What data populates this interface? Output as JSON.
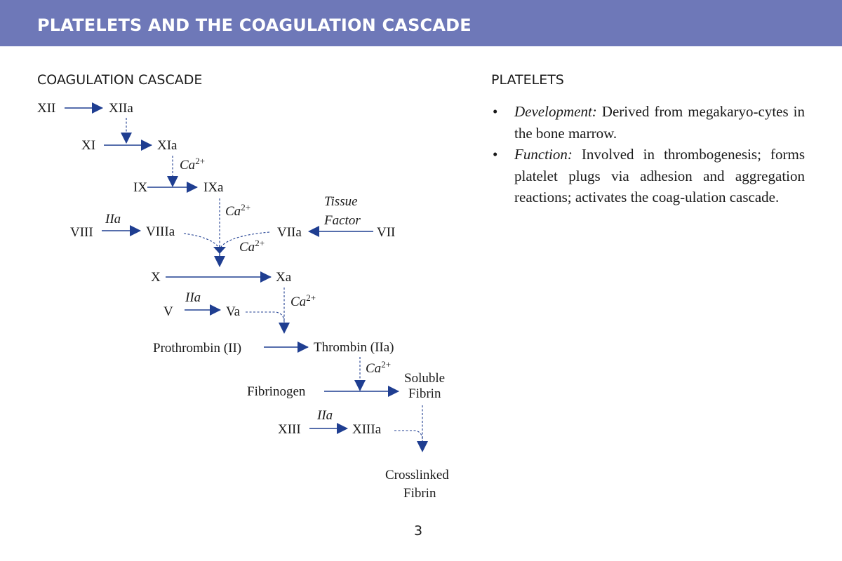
{
  "header": {
    "title": "PLATELETS AND THE COAGULATION CASCADE"
  },
  "cascade": {
    "title": "COAGULATION CASCADE",
    "factors": {
      "xii": "XII",
      "xiia": "XIIa",
      "xi": "XI",
      "xia": "XIa",
      "ix": "IX",
      "ixa": "IXa",
      "viii": "VIII",
      "viiia": "VIIIa",
      "viia": "VIIa",
      "vii": "VII",
      "x": "X",
      "xa": "Xa",
      "v": "V",
      "va": "Va",
      "prothrombin": "Prothrombin (II)",
      "thrombin": "Thrombin (IIa)",
      "fibrinogen": "Fibrinogen",
      "soluble_fibrin_line1": "Soluble",
      "soluble_fibrin_line2": "Fibrin",
      "xiii": "XIII",
      "xiiia": "XIIIa",
      "crosslinked_fibrin_line1": "Crosslinked",
      "crosslinked_fibrin_line2": "Fibrin"
    },
    "cofactors": {
      "calcium": "Ca",
      "calcium_charge": "2+",
      "thrombin_short": "IIa",
      "tissue_factor_line1": "Tissue",
      "tissue_factor_line2": "Factor"
    },
    "colors": {
      "arrow": "#1f3e91",
      "header": "#6e78b8"
    }
  },
  "platelets": {
    "title": "PLATELETS",
    "bullet_symbol": "•",
    "items": [
      {
        "term": "Development:",
        "text": " Derived from megakaryo-cytes in the bone marrow."
      },
      {
        "term": "Function:",
        "text": " Involved in thrombogenesis; forms platelet plugs via adhesion and aggregation reactions; activates the coag-ulation cascade."
      }
    ]
  },
  "page_number": "3"
}
